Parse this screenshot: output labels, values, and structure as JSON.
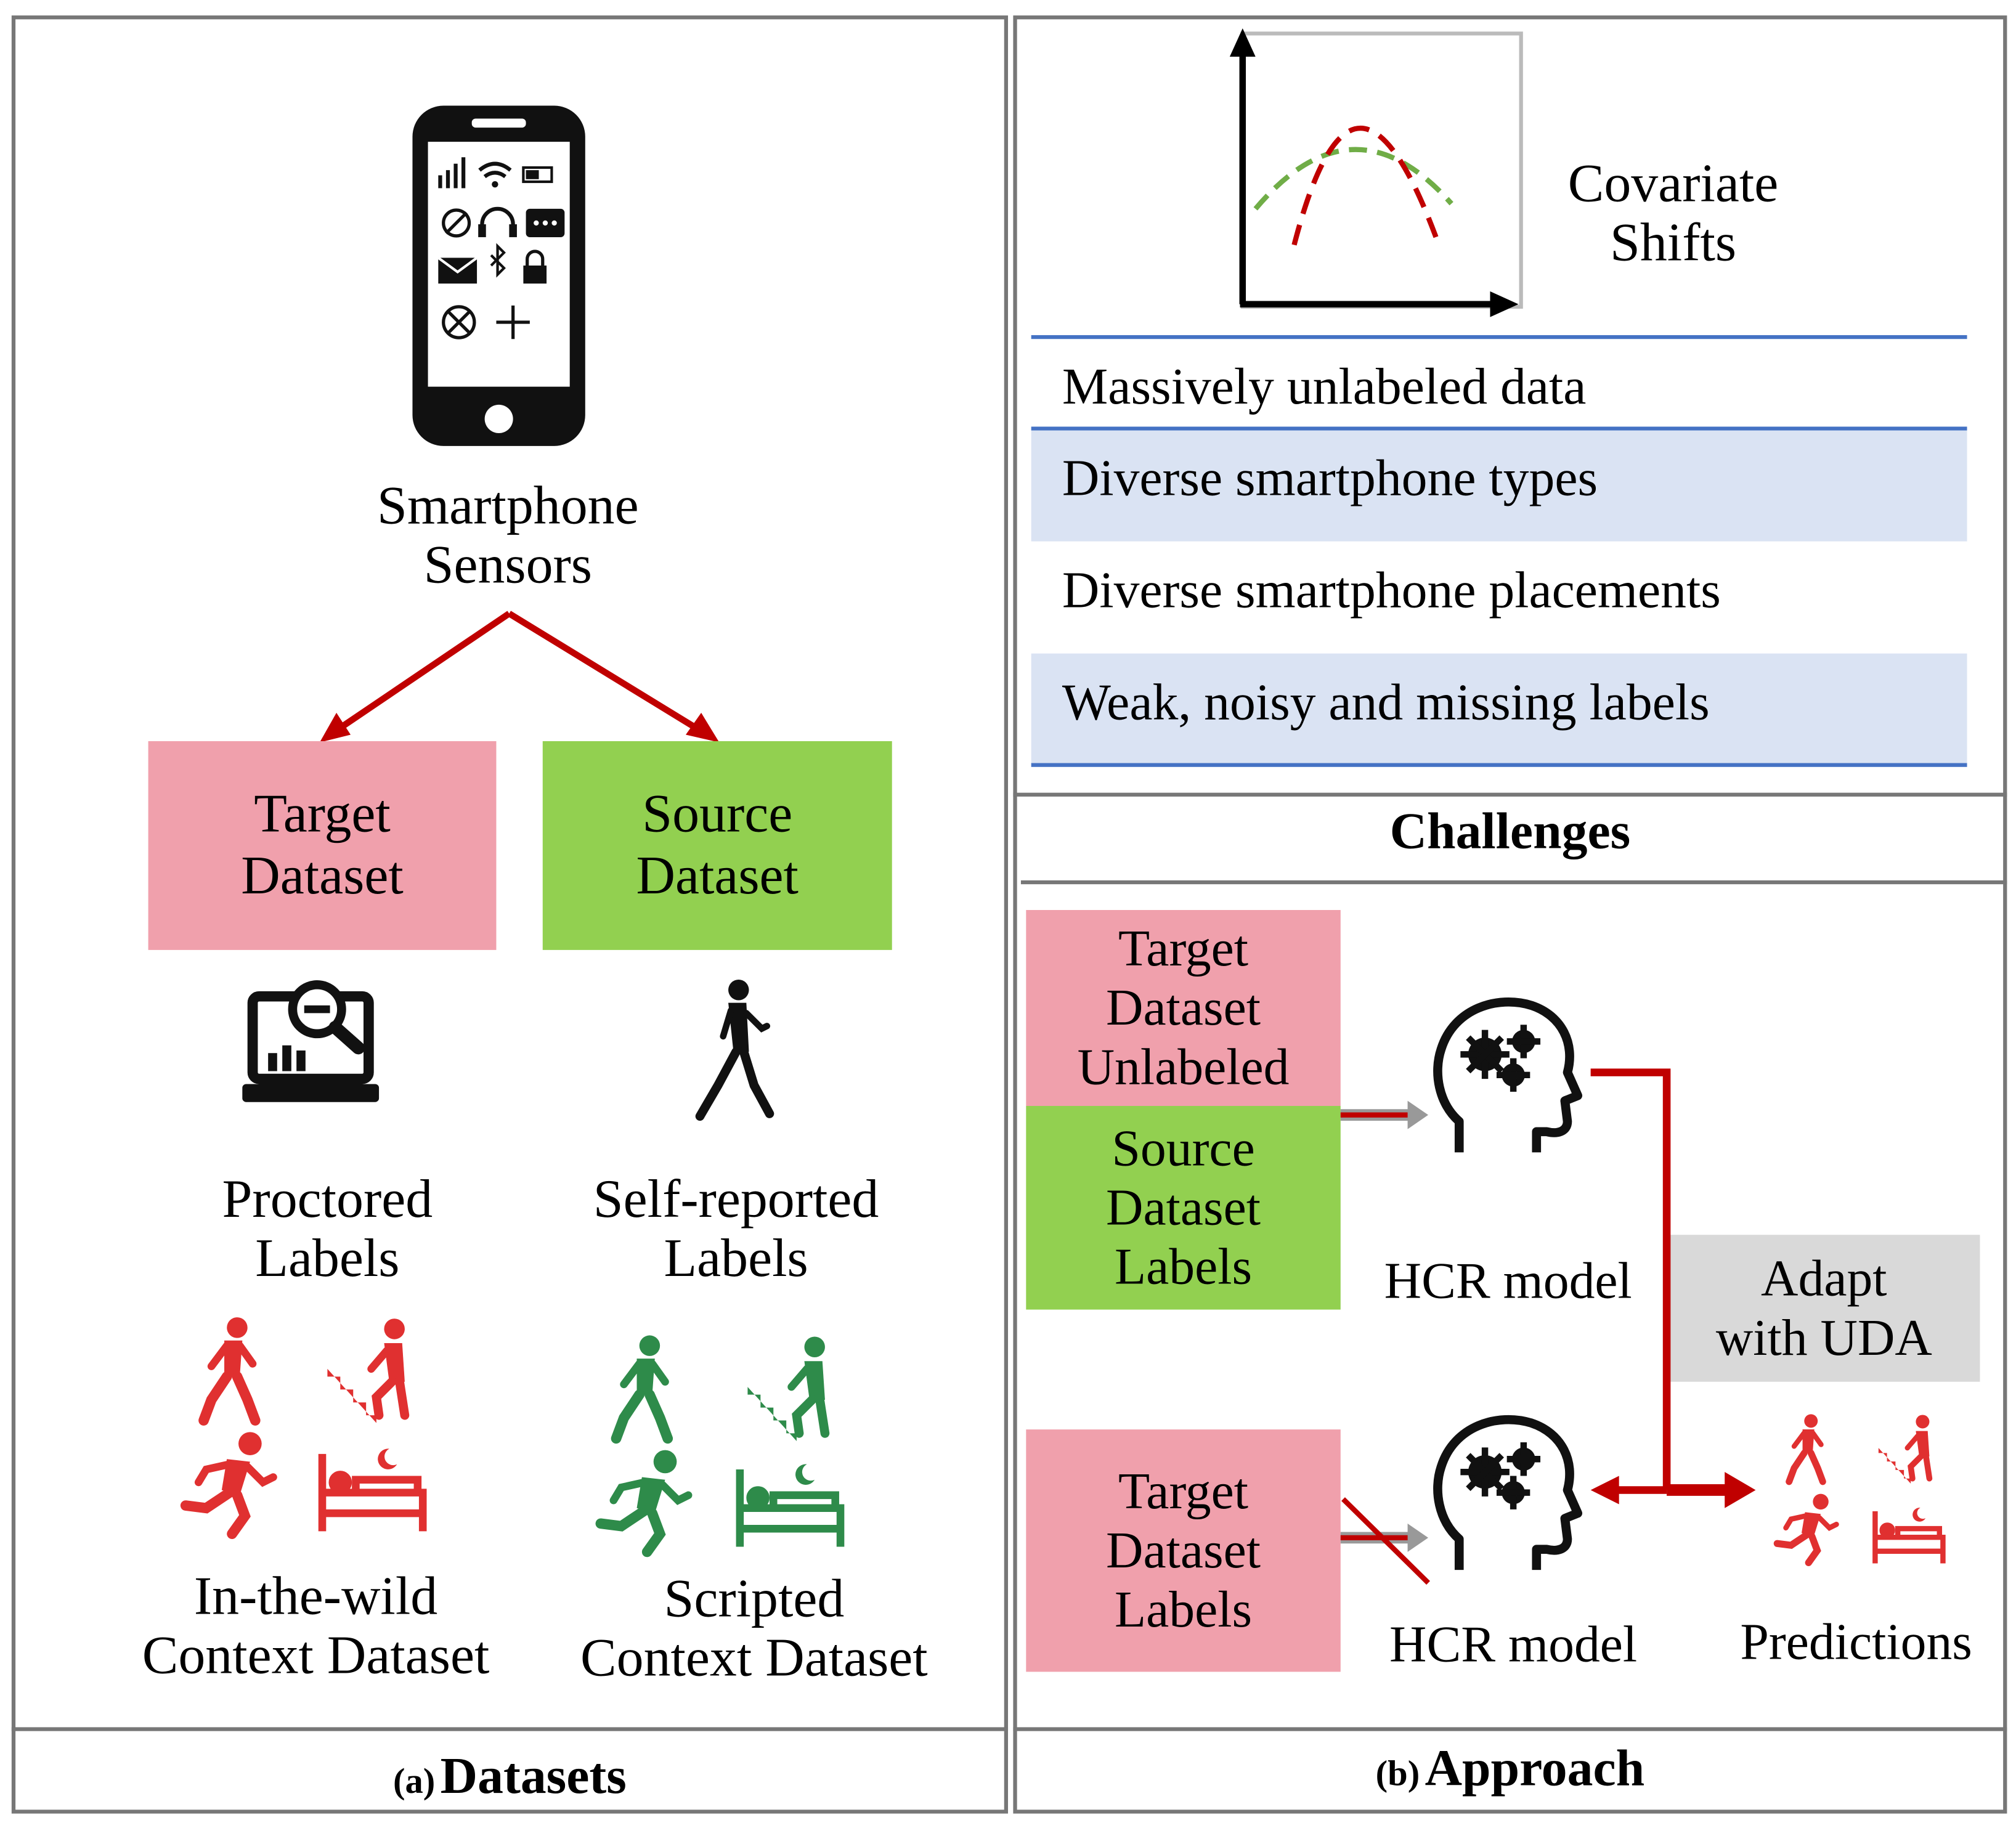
{
  "left_panel": {
    "phone_label_1": "Smartphone",
    "phone_label_2": "Sensors",
    "target_box": [
      "Target",
      "Dataset"
    ],
    "source_box": [
      "Source",
      "Dataset"
    ],
    "proctored": [
      "Proctored",
      "Labels"
    ],
    "selfreported": [
      "Self-reported",
      "Labels"
    ],
    "wild": [
      "In-the-wild",
      "Context Dataset"
    ],
    "scripted": [
      "Scripted",
      "Context Dataset"
    ],
    "caption_prefix": "(a)",
    "caption": "Datasets"
  },
  "right_panel": {
    "covariate": [
      "Covariate",
      "Shifts"
    ],
    "challenges": [
      "Massively unlabeled data",
      "Diverse smartphone types",
      "Diverse smartphone placements",
      "Weak, noisy and missing labels"
    ],
    "challenges_title": "Challenges",
    "target_unlabeled": [
      "Target",
      "Dataset",
      "Unlabeled"
    ],
    "source_labels": [
      "Source",
      "Dataset",
      "Labels"
    ],
    "target_labels": [
      "Target",
      "Dataset",
      "Labels"
    ],
    "hcr_model_top": "HCR model",
    "hcr_model_bottom": "HCR model",
    "adapt": [
      "Adapt",
      "with UDA"
    ],
    "predictions": "Predictions",
    "caption_prefix": "(b)",
    "caption": "Approach"
  },
  "colors": {
    "target_pink": "#f0a0ac",
    "source_green": "#92d050",
    "band_blue": "#dae3f3",
    "rule_blue": "#4472c4",
    "arrow_red": "#c00000",
    "activity_red": "#e03030",
    "activity_green": "#2e8b4a",
    "adapt_gray": "#d9d9d9"
  },
  "icons": [
    "smartphone-icon",
    "laptop-analytics-icon",
    "walking-person-phone-icon",
    "head-gears-icon",
    "walking-icon",
    "stairs-icon",
    "running-icon",
    "sleeping-icon"
  ]
}
